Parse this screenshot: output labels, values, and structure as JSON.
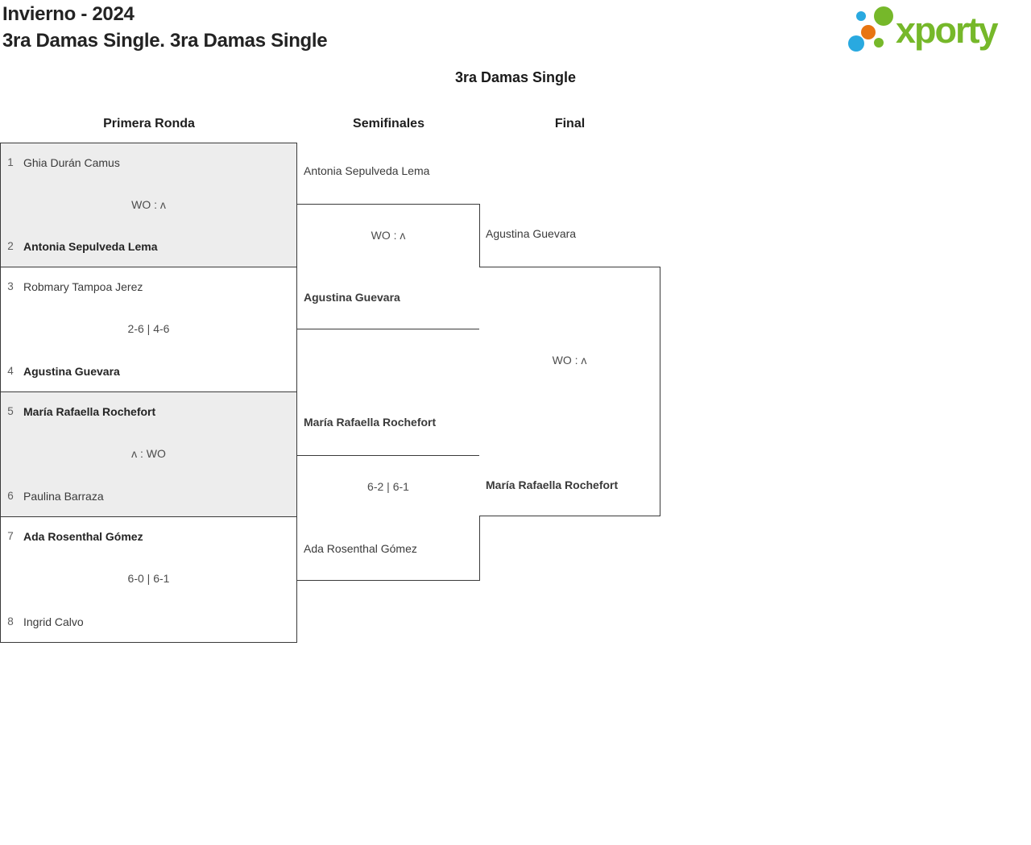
{
  "header": {
    "tournament_title": "Invierno - 2024",
    "category_title": "3ra Damas Single. 3ra Damas Single"
  },
  "logo": {
    "brand": "xporty",
    "green": "#76b82a",
    "blue": "#29a9e0",
    "orange": "#e87511"
  },
  "bracket": {
    "title": "3ra Damas Single",
    "round_labels": [
      "Primera Ronda",
      "Semifinales",
      "Final"
    ],
    "shaded_box_color": "#ededed",
    "first_round": [
      {
        "seed_top": "1",
        "top": "Ghia Durán Camus",
        "top_bold": false,
        "score": "WO : ʌ",
        "seed_bottom": "2",
        "bottom": "Antonia Sepulveda Lema",
        "bottom_bold": true
      },
      {
        "seed_top": "3",
        "top": "Robmary Tampoa Jerez",
        "top_bold": false,
        "score": "2-6 | 4-6",
        "seed_bottom": "4",
        "bottom": "Agustina Guevara",
        "bottom_bold": true
      },
      {
        "seed_top": "5",
        "top": "María Rafaella Rochefort",
        "top_bold": true,
        "score": "ʌ : WO",
        "seed_bottom": "6",
        "bottom": "Paulina Barraza",
        "bottom_bold": false
      },
      {
        "seed_top": "7",
        "top": "Ada Rosenthal Gómez",
        "top_bold": true,
        "score": "6-0 | 6-1",
        "seed_bottom": "8",
        "bottom": "Ingrid Calvo",
        "bottom_bold": false
      }
    ],
    "semifinals": [
      {
        "top": "Antonia Sepulveda Lema",
        "top_bold": false,
        "score": "WO : ʌ",
        "bottom": "Agustina Guevara",
        "bottom_bold": true
      },
      {
        "top": "María Rafaella Rochefort",
        "top_bold": true,
        "score": "6-2 | 6-1",
        "bottom": "Ada Rosenthal Gómez",
        "bottom_bold": false
      }
    ],
    "final": {
      "top": "Agustina Guevara",
      "top_bold": false,
      "score": "WO : ʌ",
      "bottom": "María Rafaella Rochefort",
      "bottom_bold": true
    }
  }
}
